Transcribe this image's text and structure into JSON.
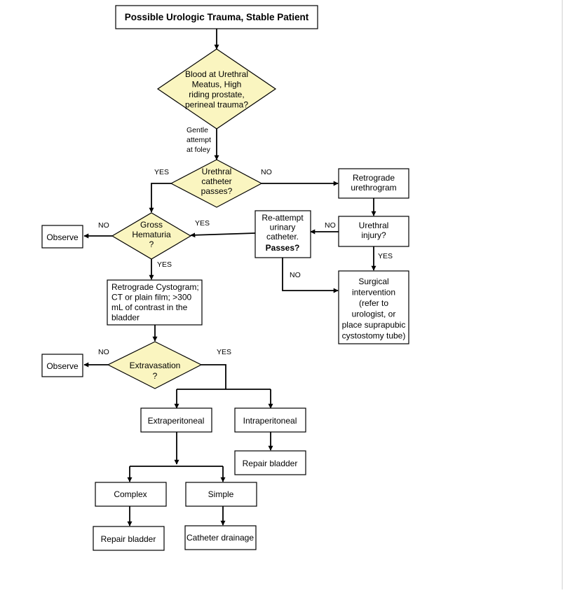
{
  "colors": {
    "diamond_fill": "#FAF5C0",
    "stroke": "#000000",
    "background": "#FFFFFF"
  },
  "title": "Possible Urologic Trauma, Stable Patient",
  "decisions": {
    "blood_meatus": [
      "Blood at Urethral",
      "Meatus, High",
      "riding prostate,",
      "perineal trauma?"
    ],
    "catheter_passes": [
      "Urethral",
      "catheter",
      "passes?"
    ],
    "gross_hematuria": [
      "Gross",
      "Hematuria",
      "?"
    ],
    "extravasation": [
      "Extravasation",
      "?"
    ]
  },
  "boxes": {
    "retrograde_urethrogram": [
      "Retrograde",
      "urethrogram"
    ],
    "reattempt": [
      "Re-attempt",
      "urinary",
      "catheter."
    ],
    "reattempt_bold": "Passes?",
    "urethral_injury": [
      "Urethral",
      "injury?"
    ],
    "surgical": [
      "Surgical",
      "intervention",
      "(refer to",
      "urologist, or",
      "place suprapubic",
      "cystostomy tube)"
    ],
    "observe_1": "Observe",
    "observe_2": "Observe",
    "cystogram": [
      "Retrograde Cystogram;",
      "CT or plain film; >300",
      "mL of contrast in the",
      "bladder"
    ],
    "extraperitoneal": "Extraperitoneal",
    "intraperitoneal": "Intraperitoneal",
    "repair_bladder_1": "Repair bladder",
    "complex": "Complex",
    "simple": "Simple",
    "repair_bladder_2": "Repair bladder",
    "catheter_drainage": "Catheter drainage"
  },
  "edge_labels": {
    "gentle_foley": [
      "Gentle",
      "attempt",
      "at foley"
    ],
    "catheter_yes": "YES",
    "catheter_no": "NO",
    "hematuria_no": "NO",
    "hematuria_yes_in": "YES",
    "reattempt_no_in": "NO",
    "injury_yes": "YES",
    "reattempt_no": "NO",
    "hematuria_yes": "YES",
    "extravasation_no": "NO",
    "extravasation_yes": "YES"
  }
}
